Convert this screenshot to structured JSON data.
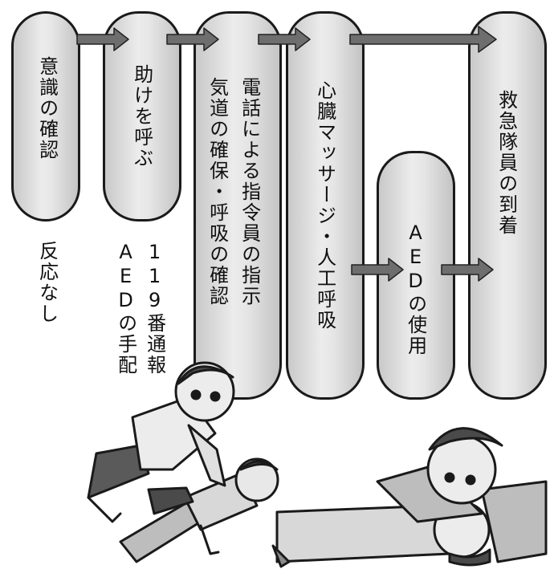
{
  "steps": [
    {
      "label": "意識の確認"
    },
    {
      "label": "助けを呼ぶ"
    },
    {
      "label_line1": "電話による指令員の指示",
      "label_line2": "気道の確保・呼吸の確認"
    },
    {
      "label": "心臓マッサージ・人工呼吸"
    },
    {
      "label": "AEDの使用"
    },
    {
      "label": "救急隊員の到着"
    }
  ],
  "notes": {
    "no_response": "反応なし",
    "call_119": "119番通報",
    "aed_arrange": "AEDの手配"
  },
  "colors": {
    "outline": "#1a1a1a",
    "box_light": "#ececec",
    "box_dark": "#c4c4c4",
    "arrow": "#6e6e6e"
  },
  "illustration": {
    "scene": "cpr-and-rescue-breathing-people"
  }
}
